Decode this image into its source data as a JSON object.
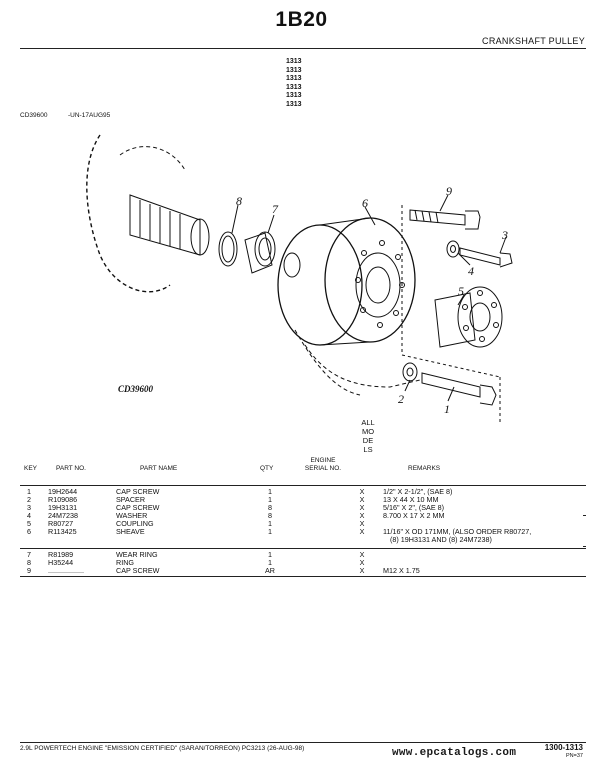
{
  "header": {
    "page_number": "1B20",
    "section_title": "CRANKSHAFT PULLEY"
  },
  "model_codes": [
    "1313",
    "1313",
    "1313",
    "1313",
    "1313",
    "1313"
  ],
  "illustration": {
    "reference": "CD39600",
    "date_code": "-UN-17AUG95",
    "caption": "CD39600",
    "callouts": [
      "9",
      "8",
      "7",
      "6",
      "3",
      "4",
      "5",
      "2",
      "1"
    ]
  },
  "table": {
    "headers": {
      "key": "KEY",
      "part_no": "PART NO.",
      "part_name": "PART NAME",
      "qty": "QTY",
      "engine_serial": "ENGINE SERIAL NO.",
      "models": "ALL MODELS",
      "remarks": "REMARKS"
    },
    "rows": [
      {
        "key": "1",
        "part_no": "19H2644",
        "part_name": "CAP SCREW",
        "qty": "1",
        "all": "X",
        "remarks": "1/2\" X 2-1/2\", (SAE 8)"
      },
      {
        "key": "2",
        "part_no": "R109086",
        "part_name": "SPACER",
        "qty": "1",
        "all": "X",
        "remarks": "13 X 44 X 10 MM"
      },
      {
        "key": "3",
        "part_no": "19H3131",
        "part_name": "CAP SCREW",
        "qty": "8",
        "all": "X",
        "remarks": "5/16\" X 2\", (SAE 8)"
      },
      {
        "key": "4",
        "part_no": "24M7238",
        "part_name": "WASHER",
        "qty": "8",
        "all": "X",
        "remarks": "8.700 X 17 X 2 MM"
      },
      {
        "key": "5",
        "part_no": "R80727",
        "part_name": "COUPLING",
        "qty": "1",
        "all": "X",
        "remarks": ""
      },
      {
        "key": "6",
        "part_no": "R113425",
        "part_name": "SHEAVE",
        "qty": "1",
        "all": "X",
        "remarks": "11/16\" X OD 171MM, (ALSO ORDER R80727,",
        "remarks2": "(8) 19H3131 AND (8) 24M7238)"
      },
      {
        "key": "7",
        "part_no": "R81989",
        "part_name": "WEAR RING",
        "qty": "1",
        "all": "X",
        "remarks": ""
      },
      {
        "key": "8",
        "part_no": "H35244",
        "part_name": "RING",
        "qty": "1",
        "all": "X",
        "remarks": ""
      },
      {
        "key": "9",
        "part_no": "..................",
        "part_name": "CAP SCREW",
        "qty": "AR",
        "all": "X",
        "remarks": "M12 X 1.75"
      }
    ]
  },
  "footer": {
    "engine_line": "2.9L POWERTECH ENGINE \"EMISSION CERTIFIED\" (SARAN/TORREON)   PC3213   (26-AUG-98)",
    "page_ref": "1300-1313",
    "pn": "PN=37",
    "watermark": "www.epcatalogs.com"
  }
}
